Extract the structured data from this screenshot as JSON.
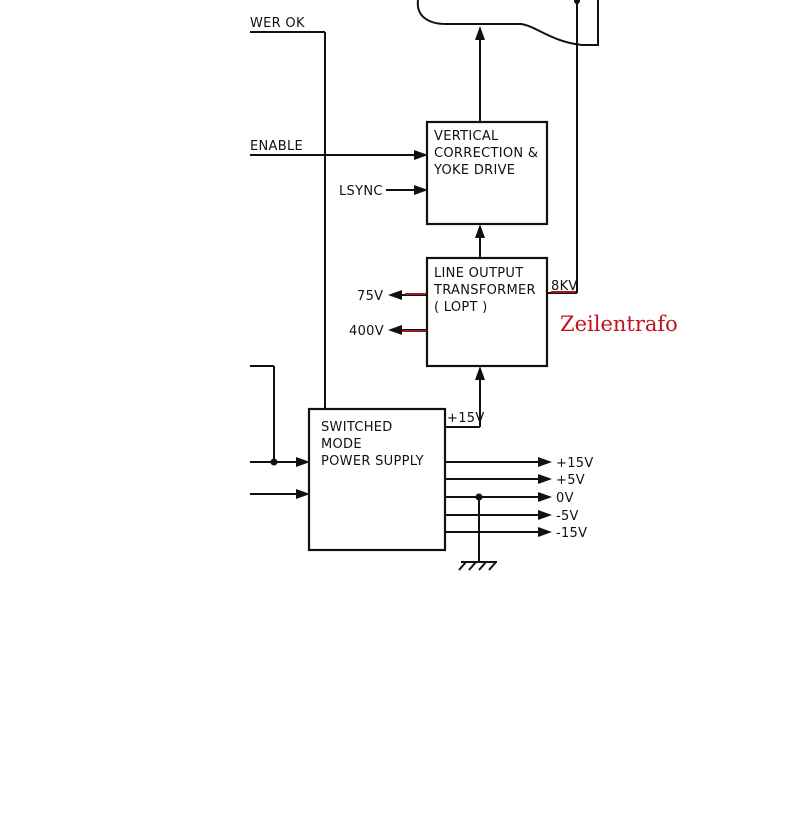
{
  "signals": {
    "power_ok": "WER OK",
    "enable": "ENABLE",
    "lsync": "LSYNC"
  },
  "blocks": {
    "vertical": [
      "VERTICAL",
      "CORRECTION &",
      "YOKE DRIVE"
    ],
    "lopt": [
      "LINE OUTPUT",
      "TRANSFORMER",
      "( LOPT )"
    ],
    "smps": [
      "SWITCHED",
      "MODE",
      "POWER SUPPLY"
    ]
  },
  "voltages": {
    "lopt_75v": "75V",
    "lopt_400v": "400V",
    "lopt_8kv": "8KV",
    "smps_plus15_to_lopt": "+15V",
    "out_plus15": "+15V",
    "out_plus5": "+5V",
    "out_0v": "0V",
    "out_minus5": "-5V",
    "out_minus15": "-15V"
  },
  "annotation": {
    "text": "Zeilentrafo",
    "color": "#c0141c"
  }
}
